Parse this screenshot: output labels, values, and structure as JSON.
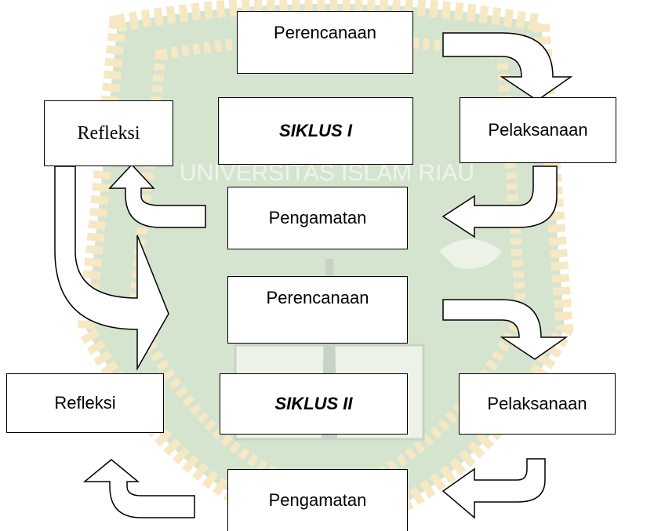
{
  "siklus1": {
    "perencanaan": "Perencanaan",
    "pelaksanaan": "Pelaksanaan",
    "pengamatan": "Pengamatan",
    "refleksi": "Refleksi",
    "center": "SIKLUS I"
  },
  "siklus2": {
    "perencanaan": "Perencanaan",
    "pelaksanaan": "Pelaksanaan",
    "pengamatan": "Pengamatan",
    "refleksi": "Refleksi",
    "center": "SIKLUS II"
  },
  "watermark": {
    "text": "UNIVERSITAS ISLAM RIAU",
    "rope_color": "#e8b94a",
    "field_color": "#7fae6e"
  }
}
